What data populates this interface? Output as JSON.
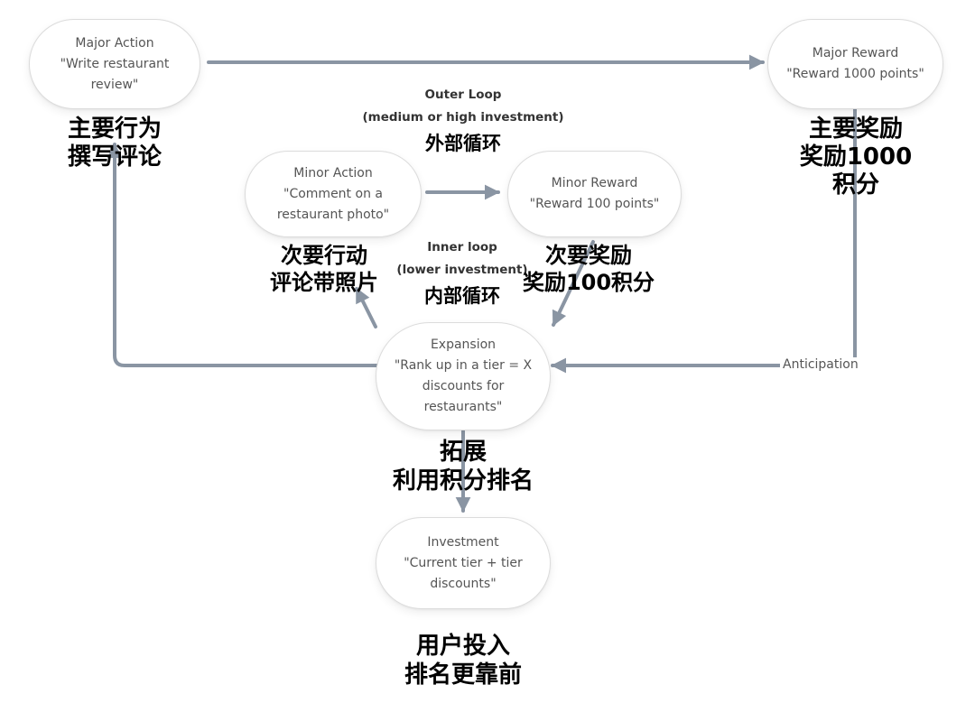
{
  "nodes": {
    "major_action": {
      "lines": "Major Action\n\"Write restaurant\nreview\""
    },
    "major_reward": {
      "lines": "Major Reward\n\"Reward 1000 points\""
    },
    "minor_action": {
      "lines": "Minor Action\n\"Comment on a\nrestaurant photo\""
    },
    "minor_reward": {
      "lines": "Minor Reward\n\"Reward 100 points\""
    },
    "expansion": {
      "lines": "Expansion\n\"Rank up in a tier = X\ndiscounts for\nrestaurants\""
    },
    "investment": {
      "lines": "Investment\n\"Current tier + tier\ndiscounts\""
    }
  },
  "cn_labels": {
    "major_action": "主要行为\n撰写评论",
    "major_reward": "主要奖励\n奖励1000积分",
    "minor_action": "次要行动\n评论带照片",
    "minor_reward": "次要奖励\n奖励100积分",
    "expansion": "拓展\n利用积分排名",
    "investment": "用户投入\n排名更靠前"
  },
  "loops": {
    "outer": "Outer Loop\n(medium or high investment)",
    "outer_cn": "外部循环",
    "inner": "Inner loop\n(lower investment)",
    "inner_cn": "内部循环"
  },
  "edges": {
    "anticipation": "Anticipation"
  },
  "colors": {
    "arrow": "#8a95a3",
    "node_border": "#dcdcdc",
    "node_text": "#555555"
  }
}
